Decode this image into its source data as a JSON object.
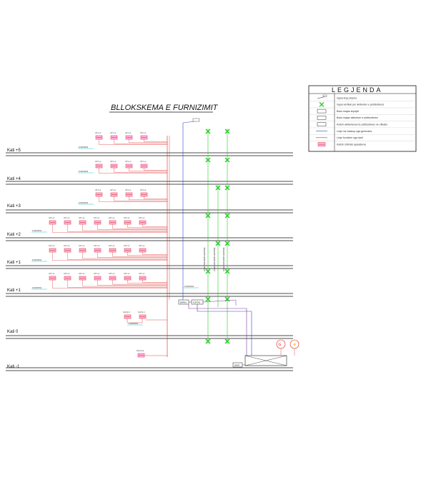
{
  "title": "BLLOKSKEMA E FURNIZIMIT",
  "floors": [
    "Kati +5",
    "Kati +4",
    "Kati +3",
    "Kati +2",
    "Kati +1",
    "Kati +1",
    "Kati 0",
    "Kati -1"
  ],
  "legend": {
    "title": "LEGJENDA",
    "items": [
      "Gypa kryq shpere",
      "Gypa vertikal per akiberker e petitsolteres",
      "Boks majas shpejtit",
      "Boks majas akiberker e petitsolteres",
      "Kutish akiberkeres te petitsolteres ne zilkater",
      "Linje me backup nga generator",
      "Linje furnizimi nga rrjeti",
      "Kutish shtimisi aparaterve"
    ]
  },
  "labels": {
    "panel_small": "AP 1+1",
    "dist_tag": "FURNIZIMI",
    "box_main": "BARNO",
    "box_sub": "KUPTAS",
    "panel_kati0_a": "Kuzhin 0",
    "panel_kati0_b": "Kuzhin 1",
    "panel_basement": "Rezervar",
    "box_basement": "BASR",
    "riser_text": "LINJA FURNIZIMI VERTIKAL"
  },
  "colors": {
    "red": "#e02020",
    "green": "#22cc22",
    "blue": "#3344cc",
    "cyan": "#00a8b8",
    "purple": "#7a3a9a",
    "black": "#111111"
  }
}
